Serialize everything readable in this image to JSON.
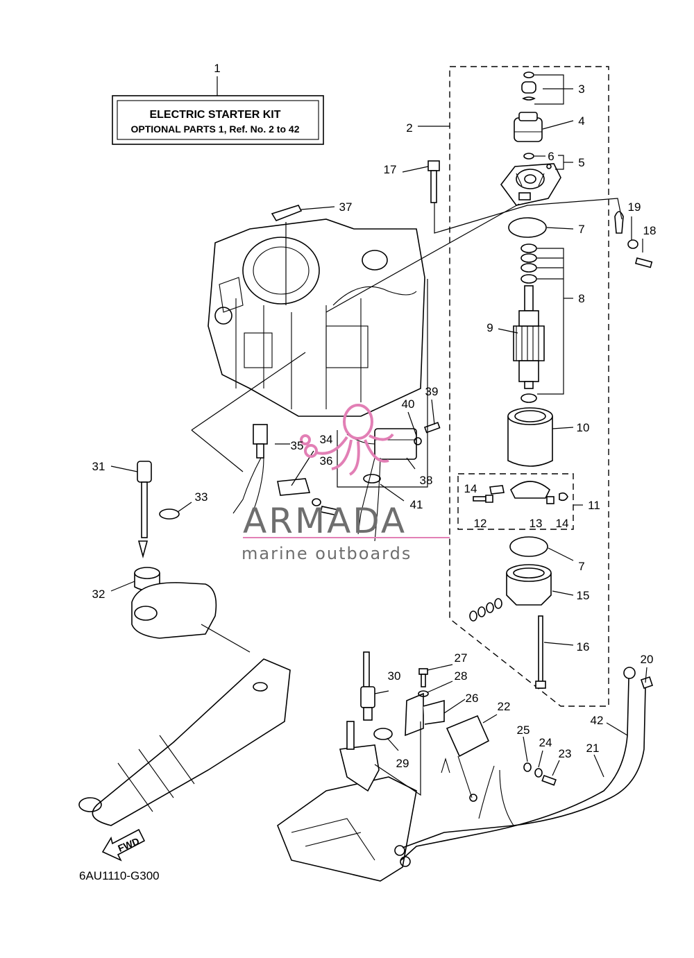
{
  "kit_box": {
    "title": "ELECTRIC STARTER KIT",
    "subtitle": "OPTIONAL PARTS 1,  Ref. No. 2 to 42"
  },
  "diagram_code": "6AU1110-G300",
  "direction_label": "FWD",
  "watermark": {
    "brand": "ARMADA",
    "tagline": "marine outboards",
    "accent_color": "#e27fb5",
    "text_color": "#6e6e6e"
  },
  "callouts": {
    "n1": "1",
    "n2": "2",
    "n3": "3",
    "n4": "4",
    "n5": "5",
    "n6": "6",
    "n7a": "7",
    "n7b": "7",
    "n8": "8",
    "n9": "9",
    "n10": "10",
    "n11": "11",
    "n12": "12",
    "n13": "13",
    "n14a": "14",
    "n14b": "14",
    "n15": "15",
    "n16": "16",
    "n17": "17",
    "n18": "18",
    "n19": "19",
    "n20": "20",
    "n21": "21",
    "n22": "22",
    "n23": "23",
    "n24": "24",
    "n25": "25",
    "n26": "26",
    "n27": "27",
    "n28": "28",
    "n29": "29",
    "n30": "30",
    "n31": "31",
    "n32": "32",
    "n33": "33",
    "n34": "34",
    "n35": "35",
    "n36": "36",
    "n37": "37",
    "n38": "38",
    "n39": "39",
    "n40": "40",
    "n41": "41",
    "n42": "42"
  }
}
